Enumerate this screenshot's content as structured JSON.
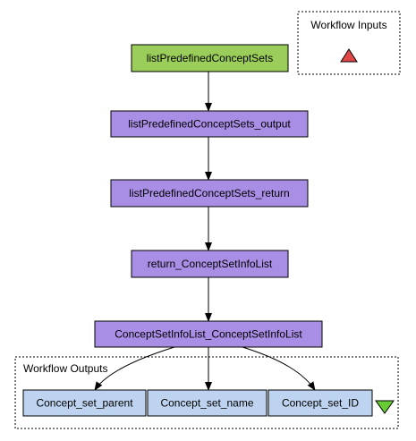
{
  "workflow_inputs": {
    "title": "Workflow Inputs"
  },
  "workflow_outputs": {
    "title": "Workflow Outputs",
    "ports": [
      {
        "label": "Concept_set_parent"
      },
      {
        "label": "Concept_set_name"
      },
      {
        "label": "Concept_set_ID"
      }
    ]
  },
  "processors": [
    {
      "label": "listPredefinedConceptSets",
      "kind": "service",
      "color": "#9acd5a"
    },
    {
      "label": "listPredefinedConceptSets_output",
      "kind": "shim",
      "color": "#a98ee5"
    },
    {
      "label": "listPredefinedConceptSets_return",
      "kind": "shim",
      "color": "#a98ee5"
    },
    {
      "label": "return_ConceptSetInfoList",
      "kind": "shim",
      "color": "#a98ee5"
    },
    {
      "label": "ConceptSetInfoList_ConceptSetInfoList",
      "kind": "shim",
      "color": "#a98ee5"
    }
  ],
  "colors": {
    "service": "#9acd5a",
    "shim": "#a98ee5",
    "output_port": "#bed3ef",
    "input_marker": "#e04848",
    "output_marker": "#66cc33"
  },
  "icons": {
    "input_marker": "red-up-triangle-icon",
    "output_marker": "green-down-triangle-icon"
  }
}
